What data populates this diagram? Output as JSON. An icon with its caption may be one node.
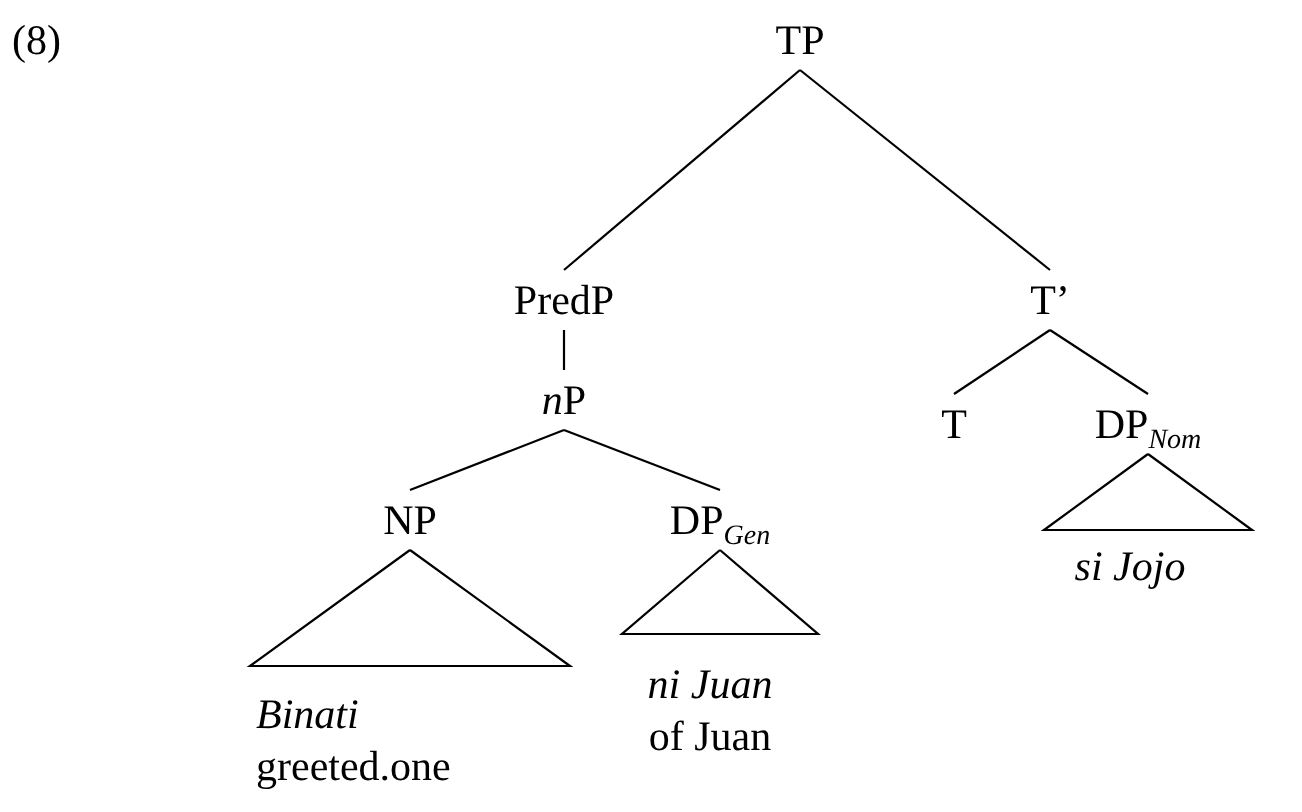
{
  "diagram": {
    "nodes": [
      {
        "text": [
          "TP"
        ]
      },
      {
        "text": [
          "PredP"
        ]
      },
      {
        "text": [
          "T’"
        ]
      },
      {
        "text": [
          "nP"
        ]
      },
      {
        "text": [
          "T"
        ]
      },
      {
        "text": [
          "DP$_{Nom}$"
        ]
      },
      {
        "text": [
          "si Jojo"
        ]
      },
      {
        "text": [
          "NP"
        ]
      },
      {
        "text": [
          "DP$_{Gen}$"
        ]
      },
      {
        "text": [
          "Binati",
          "greeted.one"
        ]
      },
      {
        "text": [
          "ni Juan",
          "of Juan"
        ]
      }
    ],
    "edges": [
      {
        "from": 0,
        "to": 1,
        "arrow": "none"
      },
      {
        "from": 0,
        "to": 2,
        "arrow": "none"
      },
      {
        "from": 1,
        "to": 3,
        "arrow": "none"
      },
      {
        "from": 2,
        "to": 4,
        "arrow": "none"
      },
      {
        "from": 2,
        "to": 5,
        "arrow": "none"
      },
      {
        "from": 5,
        "to": 6,
        "arrow": "none"
      },
      {
        "from": 3,
        "to": 7,
        "arrow": "none"
      },
      {
        "from": 3,
        "to": 8,
        "arrow": "none"
      },
      {
        "from": 7,
        "to": 9,
        "arrow": "none"
      },
      {
        "from": 8,
        "to": 10,
        "arrow": "none"
      }
    ],
    "labels": [
      "(8)"
    ]
  }
}
